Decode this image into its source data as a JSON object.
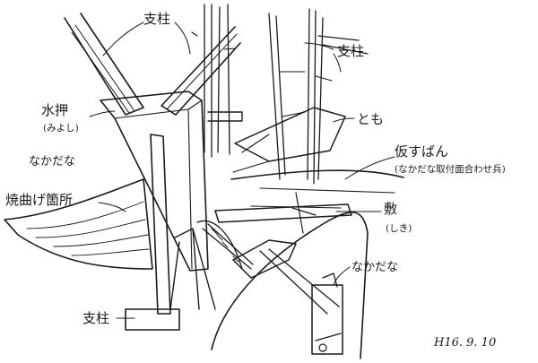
{
  "labels": {
    "shichuu_top": "支柱",
    "shichuu_right": "支柱",
    "mizuoshi": "水押",
    "mizuoshi_reading": "(みよし)",
    "tomo": "とも",
    "nakadana_left": "なかだな",
    "itasuban": "仮すばん",
    "itasuban_note": "(なかだな取付面合わせ兵)",
    "yakimage": "焼曲げ箇所",
    "shiki": "敷",
    "shiki_reading": "(しき)",
    "nakadana_right": "なかだな",
    "shichuu_bottom": "支柱",
    "date": "H16. 9. 10"
  }
}
